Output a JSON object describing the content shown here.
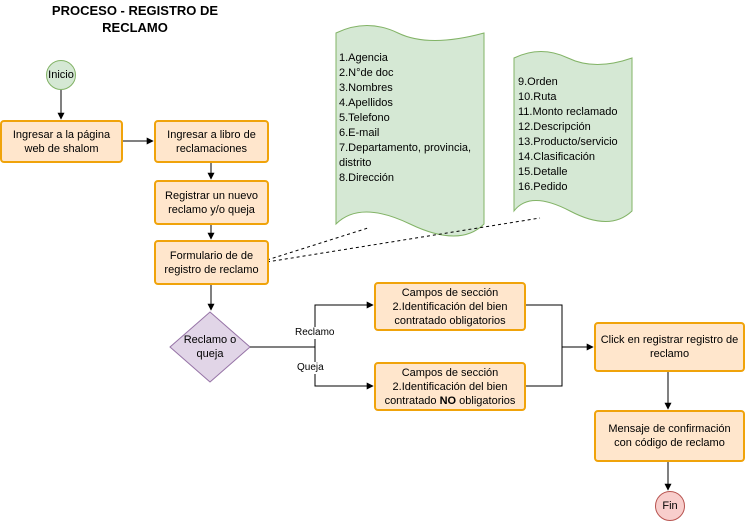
{
  "diagram": {
    "title_line1": "PROCESO - REGISTRO DE",
    "title_line2": "RECLAMO",
    "nodes": {
      "start": "Inicio",
      "web": "Ingresar a la página web de shalom",
      "libro": "Ingresar a libro de reclamaciones",
      "registrar": "Registrar un nuevo reclamo y/o queja",
      "formulario": "Formulario de de registro de reclamo",
      "decision": "Reclamo o queja",
      "campos_reclamo": "Campos de sección 2.Identificación del bien contratado obligatorios",
      "campos_queja_1": "Campos de sección 2.Identificación del bien contratado",
      "campos_queja_bold": "NO",
      "campos_queja_2": "obligatorios",
      "click": "Click en registrar registro de reclamo",
      "mensaje": "Mensaje de confirmación con código de reclamo",
      "end": "Fin"
    },
    "edge_labels": {
      "reclamo": "Reclamo",
      "queja": "Queja"
    },
    "doc1_items": [
      "1.Agencia",
      "2.N°de doc",
      "3.Nombres",
      "4.Apellidos",
      "5.Telefono",
      "6.E-mail",
      "7.Departamento, provincia,",
      "distrito",
      "8.Dirección"
    ],
    "doc2_items": [
      "9.Orden",
      "10.Ruta",
      "11.Monto reclamado",
      "12.Descripción",
      "13.Producto/servicio",
      "14.Clasificación",
      "15.Detalle",
      "16.Pedido"
    ],
    "colors": {
      "process_fill": "#ffe6cc",
      "process_stroke": "#f0a30a",
      "start_fill": "#d5e8d4",
      "end_fill": "#f8cecc",
      "decision_fill": "#e1d5e7",
      "document_fill": "#d5e8d4"
    }
  }
}
